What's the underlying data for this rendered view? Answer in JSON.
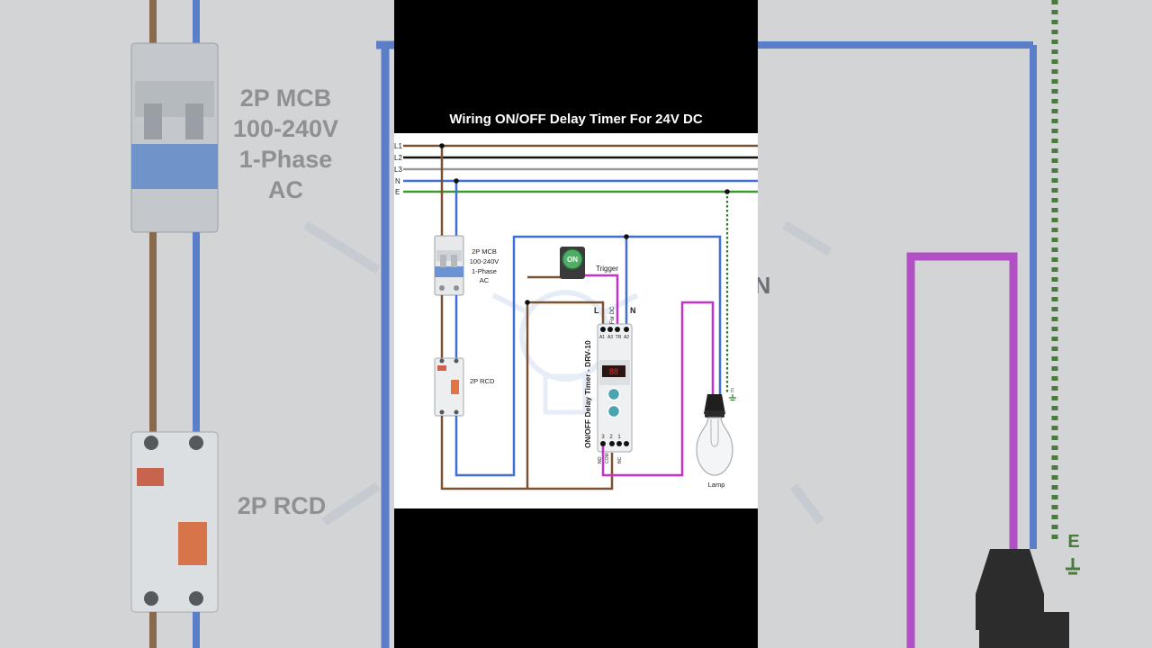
{
  "video": {
    "title": "Wiring ON/OFF Delay Timer For 24V DC"
  },
  "background": {
    "mcb_label_lines": [
      "2P MCB",
      "100-240V",
      "1-Phase",
      "AC"
    ],
    "rcd_label": "2P RCD",
    "earth_label": "E",
    "partial_label": "N"
  },
  "diagram": {
    "bus_labels": [
      "L1",
      "L2",
      "L3",
      "N",
      "E"
    ],
    "mcb_label_lines": [
      "2P MCB",
      "100-240V",
      "1-Phase",
      "AC"
    ],
    "rcd_label": "2P RCD",
    "button_text": "ON",
    "trigger_label": "Trigger",
    "terminal_l": "L",
    "terminal_n": "N",
    "for_dc": "For DC",
    "top_terminals": [
      "A1",
      "A3",
      "TR",
      "A2"
    ],
    "timer_name": "ON/OFF Delay Timer - DRV-10",
    "bottom_numbers": [
      "3",
      "2",
      "1"
    ],
    "bottom_terminals": [
      "NO",
      "COM",
      "NC"
    ],
    "lamp_label": "Lamp",
    "earth_label": "E"
  },
  "colors": {
    "brown": "#7a5232",
    "black": "#111111",
    "grey": "#9a9a9a",
    "blue": "#3f6fd6",
    "green": "#3c9a2e",
    "magenta": "#c531c9",
    "earth_dotted": "#2f7a2a"
  }
}
